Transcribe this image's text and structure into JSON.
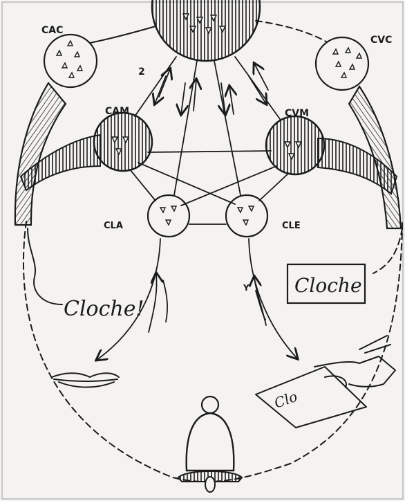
{
  "diagram": {
    "labels": {
      "cac": "CAC",
      "cvc": "CVC",
      "cam": "CAM",
      "cvm": "CVM",
      "cla": "CLA",
      "cle": "CLE",
      "arrow_2": "2",
      "arrow_y": "Y"
    },
    "spoken_word": "Cloche!",
    "written_word": "Cloche",
    "handwriting_fragment": "Clo"
  },
  "colors": {
    "ink": "#1b1b1b",
    "paper": "#f4f3f1"
  }
}
